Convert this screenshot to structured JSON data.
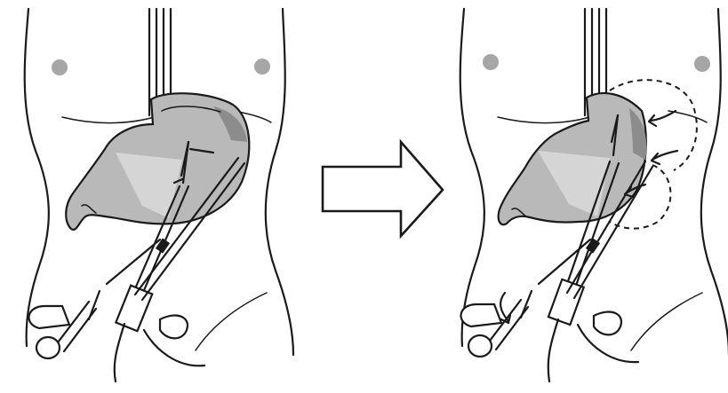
{
  "colors": {
    "ink": "#1a1a1a",
    "stomach_fill": "#b9b9b9",
    "stomach_shadow": "#8c8c8c",
    "stomach_light": "#dcdcdc",
    "nipple": "#a6a6a6",
    "arrow_fill": "#ffffff",
    "background": "#ffffff"
  },
  "panels": [
    {
      "name": "before",
      "state": "stomach-grasped"
    },
    {
      "name": "after",
      "state": "stomach-retracted-with-dashed-fundus"
    }
  ],
  "icons": [
    "torso-outline",
    "stomach",
    "esophagus-tube",
    "laparoscopic-grasper",
    "right-arrow",
    "curved-arrow"
  ]
}
